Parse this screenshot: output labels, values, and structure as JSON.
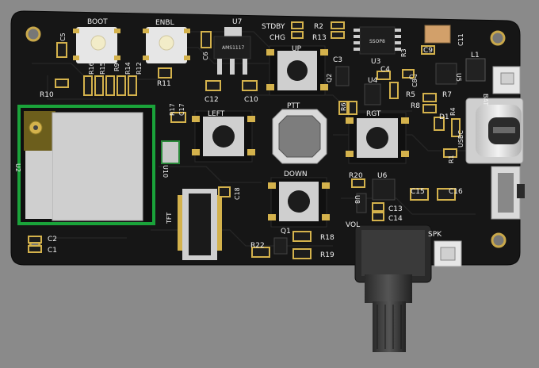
{
  "labels": {
    "boot": "BOOT",
    "enbl": "ENBL",
    "u7": "U7",
    "stdby": "STDBY",
    "chg": "CHG",
    "r2": "R2",
    "r13": "R13",
    "up": "UP",
    "c3": "C3",
    "q2": "Q2",
    "u3": "U3",
    "r3": "R3",
    "c9": "C9",
    "c11": "C11",
    "l1": "L1",
    "u5": "U5",
    "bat": "BAT",
    "c4": "C4",
    "c7": "C7",
    "c8": "C8",
    "u4": "U4",
    "r5": "R5",
    "r7": "R7",
    "r8": "R8",
    "r6": "R6",
    "r4": "R4",
    "usbc": "USBC",
    "d1": "D1",
    "r1": "R1",
    "c5": "C5",
    "r16": "R16",
    "r15": "R15",
    "r9": "R9",
    "r14": "R14",
    "r12": "R12",
    "r11": "R11",
    "c6": "C6",
    "c12": "C12",
    "c10": "C10",
    "r10": "R10",
    "left": "LEFT",
    "ptt": "PTT",
    "rgt": "RGT",
    "r17": "R17",
    "c17": "C17",
    "u2": "U2",
    "u10": "U10",
    "tft": "TFT",
    "c18": "C18",
    "down": "DOWN",
    "r20": "R20",
    "u6": "U6",
    "u8": "U8",
    "c13": "C13",
    "c14": "C14",
    "c15": "C15",
    "c16": "C16",
    "vol": "VOL",
    "spk": "SPK",
    "q1": "Q1",
    "r18": "R18",
    "r19": "R19",
    "r22": "R22",
    "c2": "C2",
    "c1": "C1"
  }
}
